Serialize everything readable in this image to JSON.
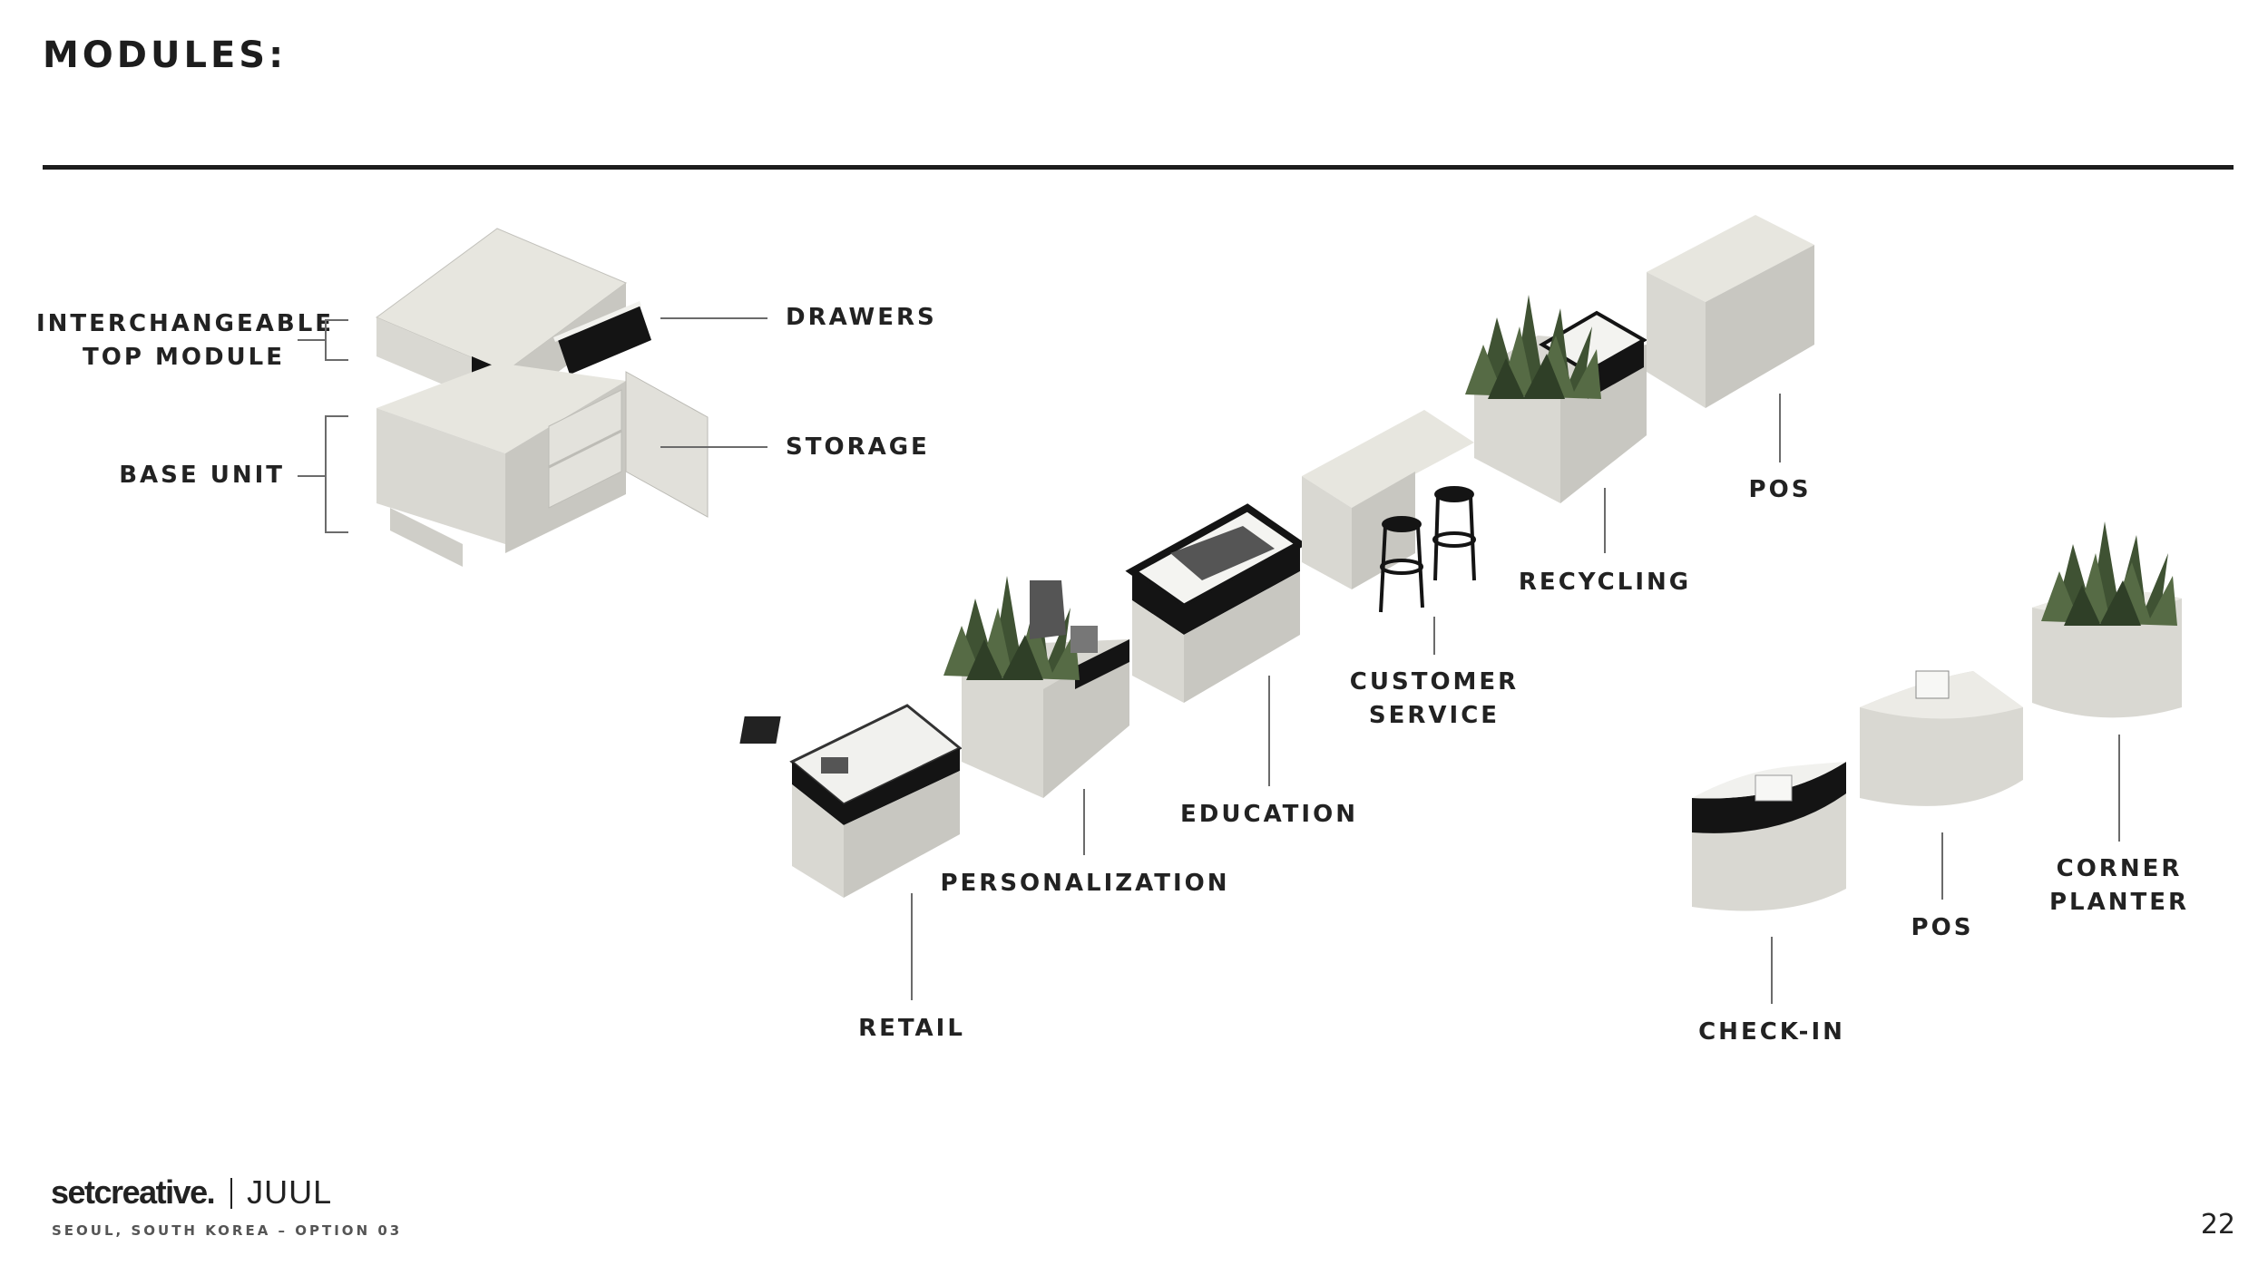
{
  "title": "MODULES:",
  "labels": {
    "interchangeable_top_module": "INTERCHANGEABLE\nTOP MODULE",
    "base_unit": "BASE UNIT",
    "drawers": "DRAWERS",
    "storage": "STORAGE",
    "retail": "RETAIL",
    "personalization": "PERSONALIZATION",
    "education": "EDUCATION",
    "customer_service": "CUSTOMER\nSERVICE",
    "recycling": "RECYCLING",
    "pos_top": "POS",
    "check_in": "CHECK-IN",
    "pos_bottom": "POS",
    "corner_planter": "CORNER\nPLANTER"
  },
  "footer": {
    "brand": "setcreative.",
    "partner": "JUUL",
    "location": "SEOUL, SOUTH KOREA – OPTION 03",
    "page_number": "22"
  },
  "colors": {
    "module_top": "#e7e6df",
    "module_left": "#d9d8d2",
    "module_right": "#c8c7c1",
    "accent_black": "#141414",
    "plant_green": "#3f5233"
  }
}
